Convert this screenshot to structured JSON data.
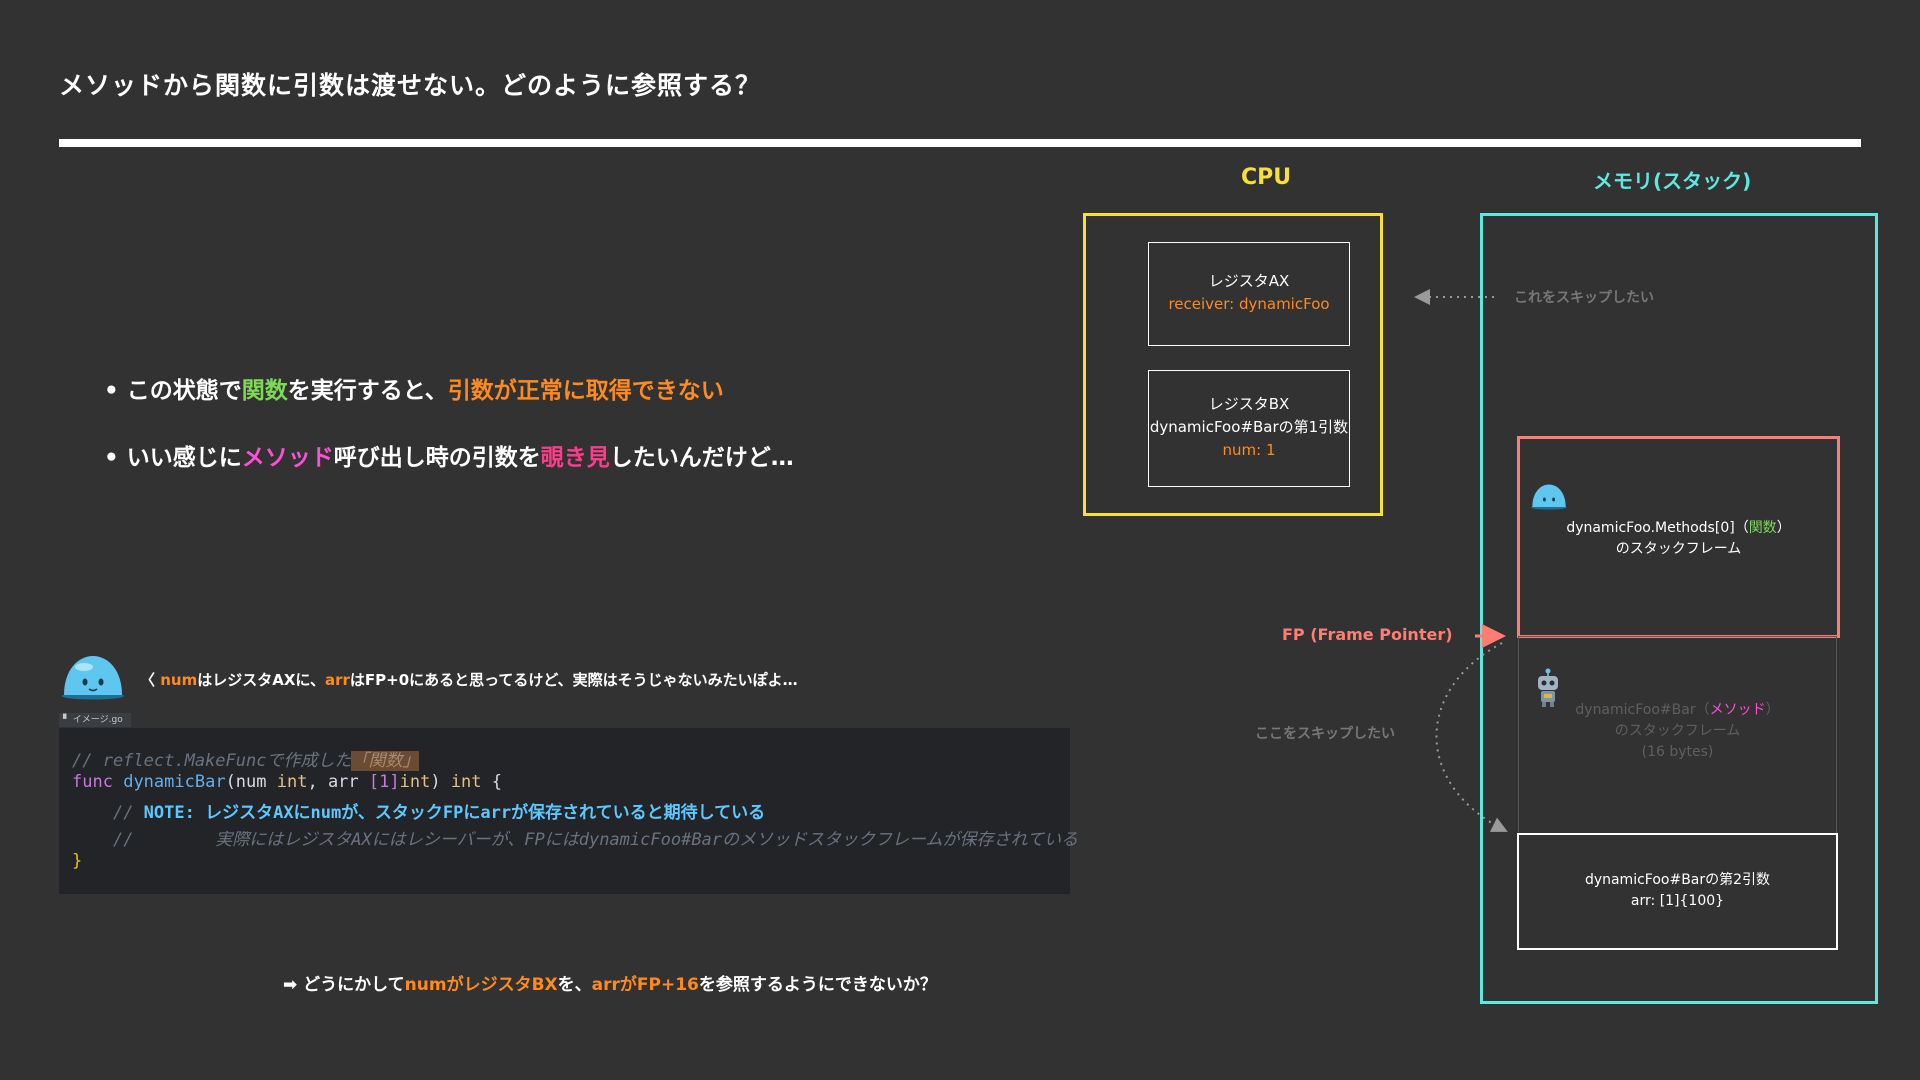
{
  "title": "メソッドから関数に引数は渡せない。どのように参照する？",
  "bullets": {
    "b1": {
      "pre": "この状態で",
      "hl1": "関数",
      "mid": "を実行すると、",
      "hl2": "引数が正常に取得できない"
    },
    "b2": {
      "pre": "いい感じに",
      "hl1": "メソッド",
      "mid": "呼び出し時の引数を",
      "hl2": "覗き見",
      "post": "したいんだけど…"
    }
  },
  "slime_line": {
    "open": "〈 ",
    "num": "num",
    "t1": "はレジスタAXに、",
    "arr": "arr",
    "t2": "はFP+0にあると思ってるけど、実際はそうじゃないみたいぽよ…"
  },
  "code": {
    "tab": "イメージ.go",
    "l1_comment": "// reflect.MakeFuncで作成した",
    "l1_highlight": "「関数」",
    "l2_func": "func",
    "l2_name": "dynamicBar",
    "l2_open": "(num ",
    "l2_int1": "int",
    "l2_mid": ", arr ",
    "l2_bracket": "[1]",
    "l2_int2": "int",
    "l2_close": ") ",
    "l2_int3": "int",
    "l2_brace": " {",
    "l3_comment": "// ",
    "l3_note": "NOTE: レジスタAXにnumが、スタックFPにarrが保存されていると期待している",
    "l4_comment": "//        実際にはレジスタAXにはレシーバーが、FPにはdynamicFoo#Barのメソッドスタックフレームが保存されている",
    "l5_brace": "}"
  },
  "bottom": {
    "arrow": "➡",
    "t1": " どうにかして",
    "h1": "numがレジスタBX",
    "t2": "を、",
    "h2": "arrがFP+16",
    "t3": "を参照するようにできないか？"
  },
  "cpu": {
    "label": "CPU",
    "ax": {
      "title": "レジスタAX",
      "value": "receiver: dynamicFoo"
    },
    "bx": {
      "title": "レジスタBX",
      "desc": "dynamicFoo#Barの第1引数",
      "value": "num: 1"
    }
  },
  "memory": {
    "label": "メモリ(スタック)",
    "skip_top": "これをスキップしたい",
    "skip_side": "ここをスキップしたい",
    "fp_label": "FP (Frame Pointer)",
    "frame1": {
      "name": "dynamicFoo.Methods[0]",
      "paren_open": "（",
      "kind": "関数",
      "paren_close": "）",
      "sub": "のスタックフレーム"
    },
    "frame2": {
      "name": "dynamicFoo#Bar",
      "paren_open": "（",
      "kind": "メソッド",
      "paren_close": "）",
      "sub": "のスタックフレーム",
      "size": "(16 bytes)"
    },
    "frame3": {
      "desc": "dynamicFoo#Barの第2引数",
      "value": "arr: [1]{100}"
    }
  },
  "colors": {
    "background": "#323232",
    "cpu_accent": "#f7df3c",
    "memory_accent": "#5de8e0",
    "fp_accent": "#ff7d73",
    "highlight_orange": "#ff8a1f",
    "highlight_green": "#7ed957",
    "highlight_pink": "#ff4fd8"
  },
  "icons": [
    "slime-icon",
    "robot-icon",
    "file-icon"
  ]
}
